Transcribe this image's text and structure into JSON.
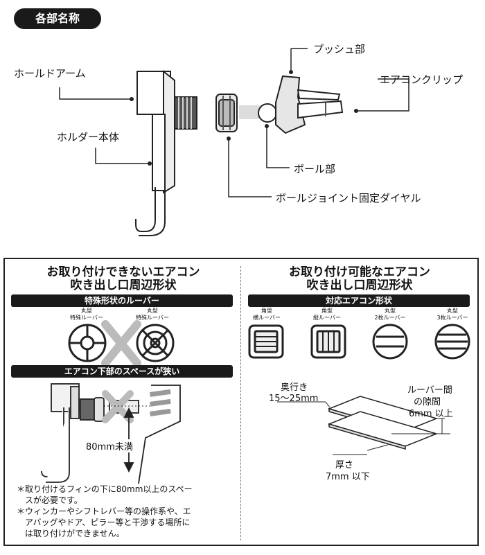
{
  "header": {
    "title": "各部名称"
  },
  "parts": {
    "push": "プッシュ部",
    "hold_arm": "ホールドアーム",
    "clip": "エアコンクリップ",
    "holder_body": "ホルダー本体",
    "ball": "ボール部",
    "dial": "ボールジョイント固定ダイヤル"
  },
  "left_panel": {
    "heading_line1": "お取り付けできないエアコン",
    "heading_line2": "吹き出し口周辺形状",
    "bar1": "特殊形状のルーバー",
    "vent_a": "丸型\n特殊ルーバー",
    "vent_b": "丸型\n特殊ルーバー",
    "bar2": "エアコン下部のスペースが狭い",
    "dimension": "80mm未満",
    "notes": [
      "＊取り付けるフィンの下に80mm以上のスペー",
      "　スが必要です。",
      "＊ウィンカーやシフトレバー等の操作系や、エ",
      "　アバッグやドア、ピラー等と干渉する場所に",
      "　は取り付けができません。"
    ]
  },
  "right_panel": {
    "heading_line1": "お取り付け可能なエアコン",
    "heading_line2": "吹き出し口周辺形状",
    "bar": "対応エアコン形状",
    "vents": [
      {
        "label": "角型\n横ルーバー",
        "icon": "square-horizontal-louver-icon"
      },
      {
        "label": "角型\n縦ルーバー",
        "icon": "square-vertical-louver-icon"
      },
      {
        "label": "丸型\n2枚ルーバー",
        "icon": "round-2-louver-icon"
      },
      {
        "label": "丸型\n3枚ルーバー",
        "icon": "round-3-louver-icon"
      }
    ],
    "depth_label": "奥行き",
    "depth_value": "15～25mm",
    "gap_label_1": "ルーバー間",
    "gap_label_2": "の隙間",
    "gap_value": "6mm 以上",
    "thickness_label": "厚さ",
    "thickness_value": "7mm 以下"
  }
}
